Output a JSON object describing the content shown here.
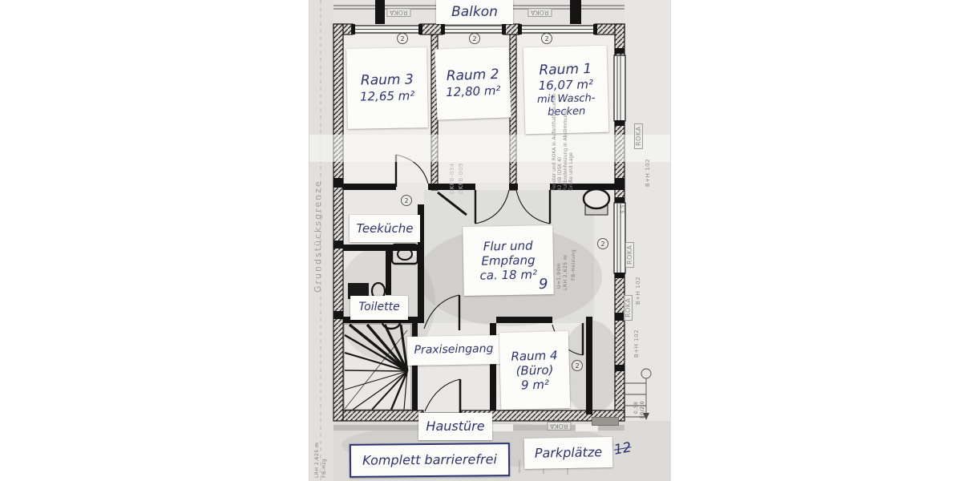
{
  "colors": {
    "ink": "#2e3270",
    "wall": "#141414",
    "paper": "#e7e6e3",
    "print_gray": "#8f8f8d"
  },
  "notes": {
    "balkon": "Balkon",
    "raum3": {
      "name": "Raum 3",
      "area": "12,65 m²"
    },
    "raum2": {
      "name": "Raum 2",
      "area": "12,80 m²"
    },
    "raum1": {
      "name": "Raum 1",
      "area": "16,07 m²",
      "extra1": "mit Wasch-",
      "extra2": "becken"
    },
    "teekueche": "Teeküche",
    "flur": {
      "line1": "Flur und",
      "line2": "Empfang",
      "line3": "ca. 18 m²"
    },
    "toilette": "Toilette",
    "praxiseingang": "Praxiseingang",
    "raum4": {
      "line1": "Raum 4",
      "line2": "(Büro)",
      "line3": "9 m²"
    },
    "haustuere": "Haustüre",
    "barrierefrei": "Komplett barrierefrei",
    "parkplaetze": "Parkplätze",
    "stray_mark_12": "12",
    "stray_mark_9": "9"
  },
  "print": {
    "grundstuecksgrenze": "Grundstücksgrenze",
    "roka": "ROKA",
    "bh102": "B+H 102",
    "dim55": "5,5",
    "u190": "U=1,90m",
    "lrh": "LRH 2,625 m",
    "fbheizung": "FB-Heizung",
    "fbhzg": "FB-Hzg",
    "fenster_col1": "Fenster und ROKA in Aufenthaltsräumen",
    "fenster_col2": "42 dB (DSK 4)",
    "fenster_col3": "Fußbodenheizung in Abstimmung",
    "fenster_col4": "Größe und Lage",
    "dkfb1": "DKFB-034",
    "dkfb2": "DKFB-009",
    "e0": "E0/2,0",
    "d058": "0,58",
    "circle2": "2"
  }
}
